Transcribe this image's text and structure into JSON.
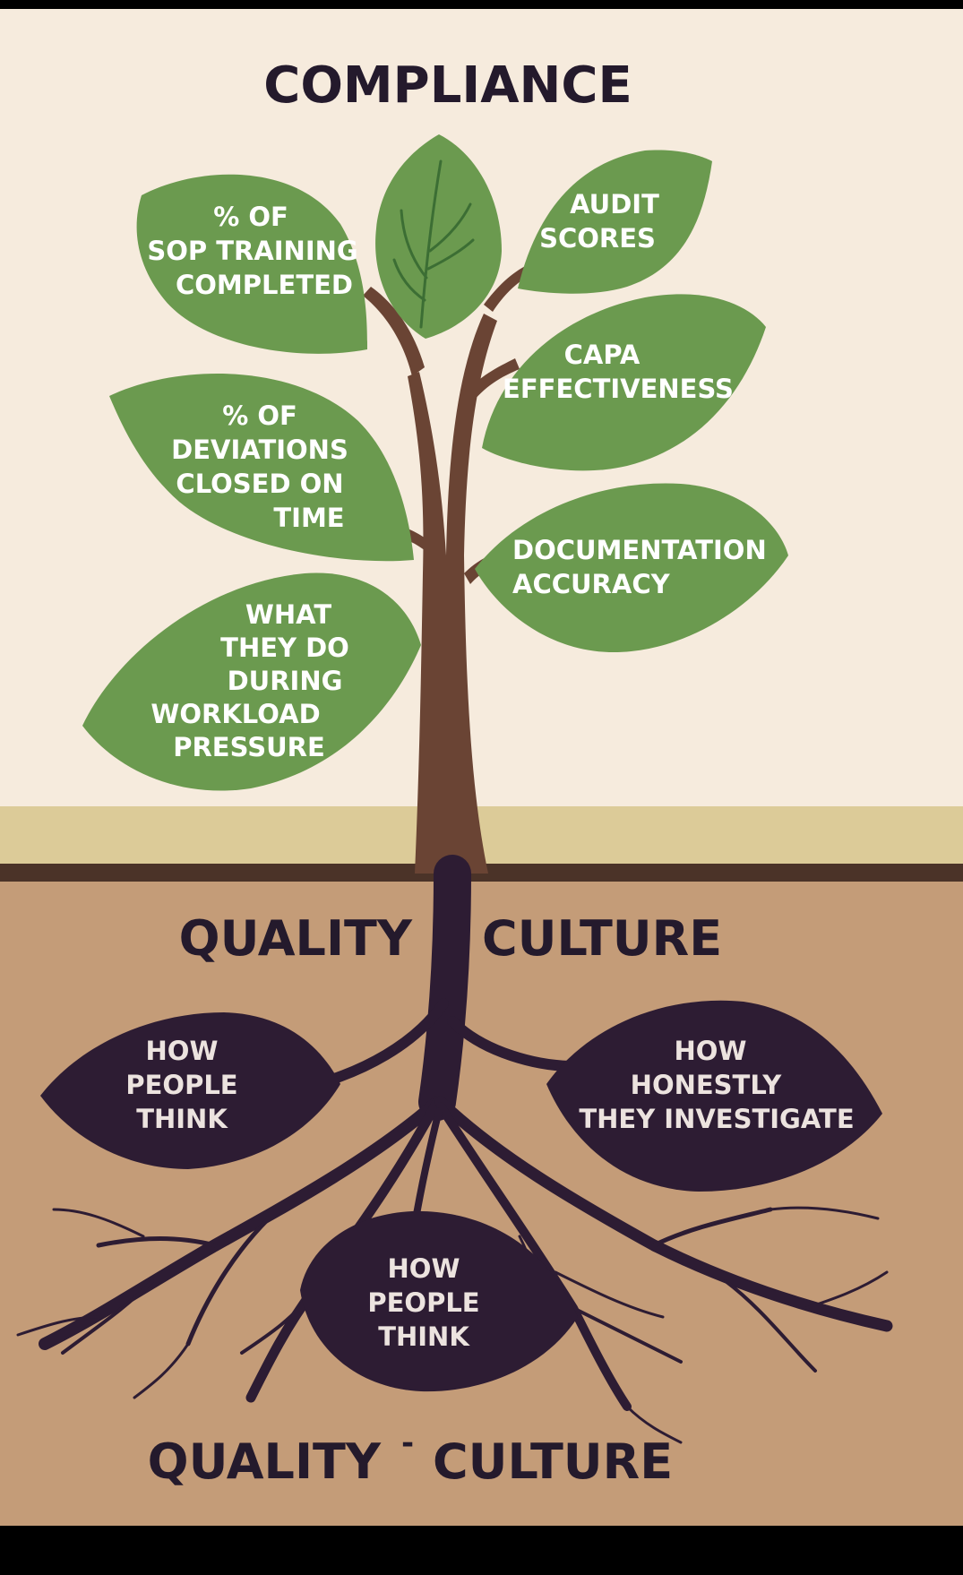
{
  "titles": {
    "top": "COMPLIANCE",
    "middle_left": "QUALITY",
    "middle_right": "CULTURE",
    "bottom_left": "QUALITY",
    "bottom_dash": "-",
    "bottom_right": "CULTURE"
  },
  "leaves": {
    "sop": [
      "% OF",
      "SOP TRAINING",
      "COMPLETED"
    ],
    "deviations": [
      "% OF",
      "DEVIATIONS",
      "CLOSED ON",
      "TIME"
    ],
    "workload": [
      "WHAT",
      "THEY DO",
      "DURING",
      "WORKLOAD",
      "PRESSURE"
    ],
    "audit": [
      "AUDIT",
      "SCORES"
    ],
    "capa": [
      "CAPA",
      "EFFECTIVENESS"
    ],
    "documentation": [
      "DOCUMENTATION",
      "ACCURACY"
    ]
  },
  "roots": {
    "left": [
      "HOW",
      "PEOPLE",
      "THINK"
    ],
    "right": [
      "HOW",
      "HONESTLY",
      "THEY INVESTIGATE"
    ],
    "center": [
      "HOW",
      "PEOPLE",
      "THINK"
    ]
  },
  "colors": {
    "sky": "#f6ebdd",
    "soil": "#c49c78",
    "ground_band": "#dccb98",
    "ground_line": "#4b3328",
    "leaf": "#6b9a4f",
    "trunk": "#6a4434",
    "root": "#2d1c33",
    "title_text": "#241a2c"
  }
}
